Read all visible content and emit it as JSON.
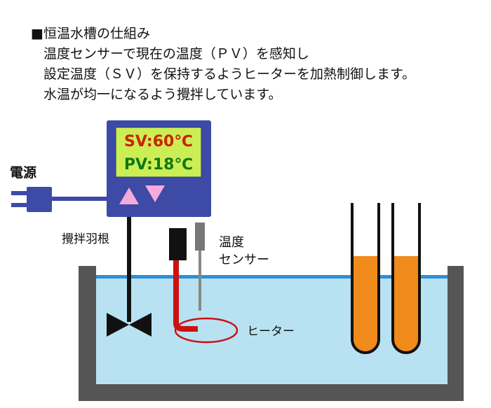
{
  "description": {
    "title": "■恒温水槽の仕組み",
    "lines": [
      "温度センサーで現在の温度（ＰＶ）を感知し",
      "設定温度（ＳＶ）を保持するようヒーターを加熱制御します。",
      "水温が均一になるよう攪拌しています。"
    ]
  },
  "controller": {
    "sv_text": "SV:60℃",
    "pv_text": "PV:18℃"
  },
  "labels": {
    "power": "電源",
    "stirrer": "攪拌羽根",
    "sensor_line1": "温度",
    "sensor_line2": "センサー",
    "heater": "ヒーター"
  },
  "colors": {
    "controller_body": "#3d4aa6",
    "lcd_background": "#ccee55",
    "sv_text": "#cc2200",
    "pv_text": "#117711",
    "button": "#f5aadc",
    "water": "#b8e2f2",
    "water_surface": "#2a8fd8",
    "tank": "#555555",
    "heater": "#cc1111",
    "tube_liquid": "#f08a1a"
  }
}
